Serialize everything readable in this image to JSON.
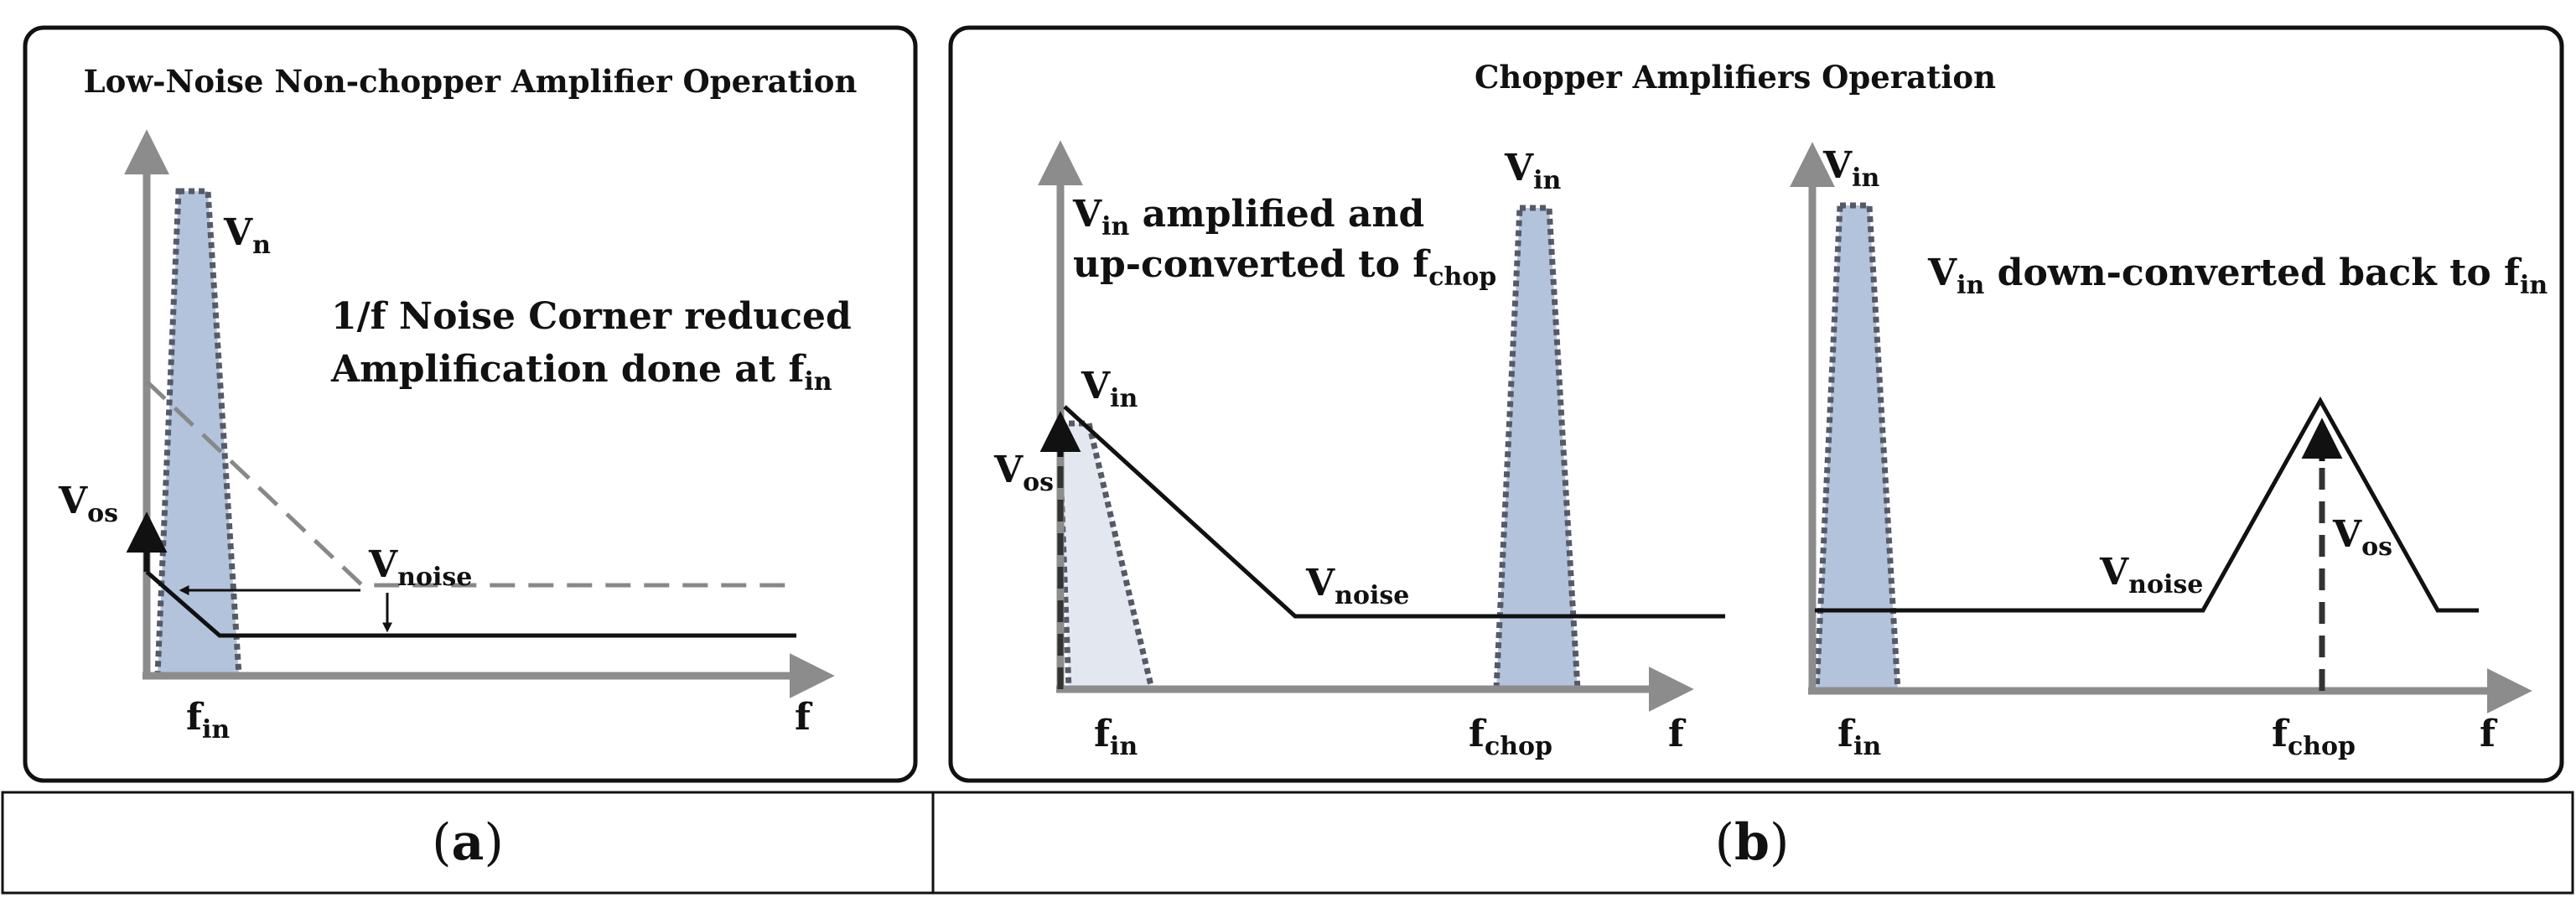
{
  "panel_a": {
    "title": "Low-Noise Non-chopper Amplifier Operation",
    "vn": {
      "main": "V",
      "sub": "n"
    },
    "note_line1": "1/f Noise Corner reduced",
    "note_line2": {
      "main": "Amplification done at f",
      "sub": "in"
    },
    "vos": {
      "main": "V",
      "sub": "os"
    },
    "vnoise": {
      "main": "V",
      "sub": "noise"
    },
    "fin": {
      "main": "f",
      "sub": "in"
    },
    "f_axis": "f",
    "caption": "(a)"
  },
  "panel_b": {
    "title": "Chopper Amplifiers Operation",
    "left": {
      "vin_top": {
        "main": "V",
        "sub": "in"
      },
      "note_line1": {
        "main": "V",
        "sub": "in",
        "rest": " amplified and"
      },
      "note_line2": {
        "main": "up-converted to f",
        "sub": "chop"
      },
      "vin_small": {
        "main": "V",
        "sub": "in"
      },
      "vos": {
        "main": "V",
        "sub": "os"
      },
      "vnoise": {
        "main": "V",
        "sub": "noise"
      },
      "fin": {
        "main": "f",
        "sub": "in"
      },
      "fchop": {
        "main": "f",
        "sub": "chop"
      },
      "f_axis": "f"
    },
    "right": {
      "vin_top": {
        "main": "V",
        "sub": "in"
      },
      "note": {
        "main": "V",
        "sub": "in",
        "mid": " down-converted back to f",
        "sub2": "in"
      },
      "vnoise": {
        "main": "V",
        "sub": "noise"
      },
      "vos": {
        "main": "V",
        "sub": "os"
      },
      "fin": {
        "main": "f",
        "sub": "in"
      },
      "fchop": {
        "main": "f",
        "sub": "chop"
      },
      "f_axis": "f"
    },
    "caption": "(b)"
  },
  "colors": {
    "axis": "#8c8c8c",
    "signal_fill": "#b4c3dc",
    "signal_fill_light": "#e3e8f0",
    "signal_outline": "#555a66",
    "curve": "#111111",
    "dashed": "#888888"
  }
}
